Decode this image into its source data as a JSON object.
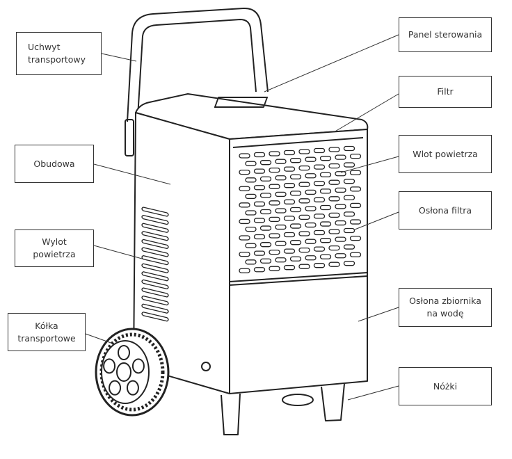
{
  "labels": {
    "handle": [
      "Uchwyt",
      "transportowy"
    ],
    "housing": "Obudowa",
    "air_outlet": "Wylot powietrza",
    "wheels": [
      "Kółka",
      "transportowe"
    ],
    "control_panel": "Panel sterowania",
    "filter": "Filtr",
    "air_inlet": "Wlot powietrza",
    "filter_cover": "Osłona filtra",
    "tank_cover": [
      "Osłona zbiornika",
      "na wodę"
    ],
    "feet": "Nóżki"
  },
  "colors": {
    "line": "#222222",
    "box_border": "#333333",
    "text": "#333333"
  }
}
